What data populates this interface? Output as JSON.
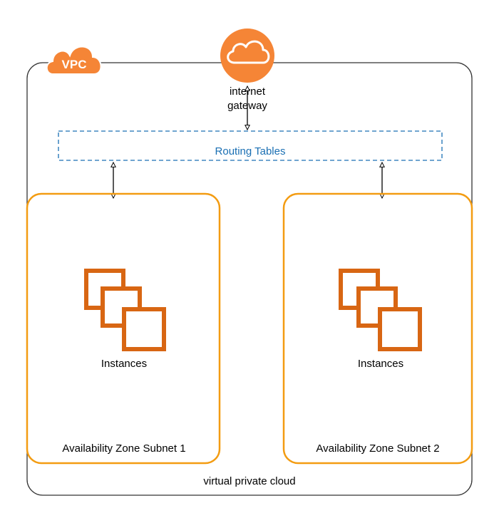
{
  "vpc": {
    "badge_label": "VPC",
    "caption": "virtual private cloud",
    "badge_icon": "cloud-icon",
    "border_color": "#333333",
    "badge_color": "#f58536"
  },
  "gateway": {
    "label_line1": "internet",
    "label_line2": "gateway",
    "icon": "cloud-icon",
    "color": "#f58536"
  },
  "routing": {
    "label": "Routing Tables",
    "color": "#1a6fb3"
  },
  "subnets": [
    {
      "name": "Availability Zone Subnet 1",
      "instances_label": "Instances",
      "icon": "instances-icon"
    },
    {
      "name": "Availability Zone Subnet 2",
      "instances_label": "Instances",
      "icon": "instances-icon"
    }
  ],
  "colors": {
    "orange": "#f58536",
    "orange_dark": "#d86613",
    "arrow": "#000000"
  }
}
